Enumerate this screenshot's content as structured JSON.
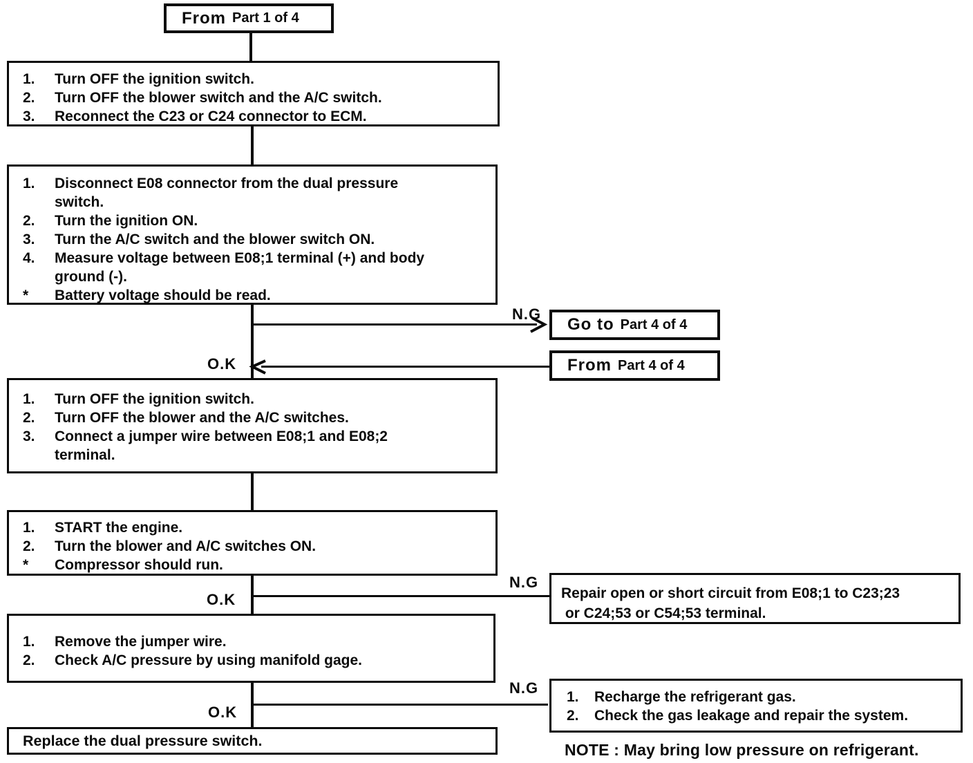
{
  "labels": {
    "ng": "N.G",
    "ok": "O.K"
  },
  "note": "NOTE : May bring low pressure on refrigerant.",
  "nodes": {
    "from_part1": {
      "main": "From",
      "sub": "Part 1 of 4"
    },
    "goto_part4": {
      "main": "Go to",
      "sub": "Part 4 of 4"
    },
    "from_part4": {
      "main": "From",
      "sub": "Part 4 of 4"
    },
    "box_reconnect": {
      "items": [
        {
          "m": "1.",
          "lines": [
            "Turn OFF the ignition switch."
          ]
        },
        {
          "m": "2.",
          "lines": [
            "Turn OFF the blower switch and the A/C switch."
          ]
        },
        {
          "m": "3.",
          "lines": [
            "Reconnect the C23 or C24 connector to ECM."
          ]
        }
      ]
    },
    "box_measure": {
      "items": [
        {
          "m": "1.",
          "lines": [
            "Disconnect E08 connector from the dual pressure",
            "switch."
          ]
        },
        {
          "m": "2.",
          "lines": [
            "Turn the ignition ON."
          ]
        },
        {
          "m": "3.",
          "lines": [
            "Turn the A/C switch and the blower switch ON."
          ]
        },
        {
          "m": "4.",
          "lines": [
            "Measure voltage between E08;1 terminal (+) and body",
            "ground (-)."
          ]
        },
        {
          "m": "*",
          "lines": [
            "Battery voltage should be read."
          ]
        }
      ]
    },
    "box_jumper": {
      "items": [
        {
          "m": "1.",
          "lines": [
            "Turn OFF the ignition switch."
          ]
        },
        {
          "m": "2.",
          "lines": [
            "Turn OFF the blower and the A/C switches."
          ]
        },
        {
          "m": "3.",
          "lines": [
            "Connect a jumper wire between E08;1 and E08;2",
            "terminal."
          ]
        }
      ]
    },
    "box_start": {
      "items": [
        {
          "m": "1.",
          "lines": [
            "START the engine."
          ]
        },
        {
          "m": "2.",
          "lines": [
            "Turn the blower and A/C switches ON."
          ]
        },
        {
          "m": "*",
          "lines": [
            "Compressor should run."
          ]
        }
      ]
    },
    "box_repair": {
      "lines": [
        "Repair open or short circuit from E08;1 to C23;23",
        " or C24;53 or C54;53 terminal."
      ]
    },
    "box_remove": {
      "items": [
        {
          "m": "1.",
          "lines": [
            "Remove the jumper wire."
          ]
        },
        {
          "m": "2.",
          "lines": [
            "Check A/C pressure by using manifold gage."
          ]
        }
      ]
    },
    "box_recharge": {
      "items": [
        {
          "m": "1.",
          "lines": [
            "Recharge the refrigerant gas."
          ]
        },
        {
          "m": "2.",
          "lines": [
            "Check the gas leakage and repair the system."
          ]
        }
      ]
    },
    "box_replace": {
      "text": "Replace the dual pressure switch."
    }
  }
}
